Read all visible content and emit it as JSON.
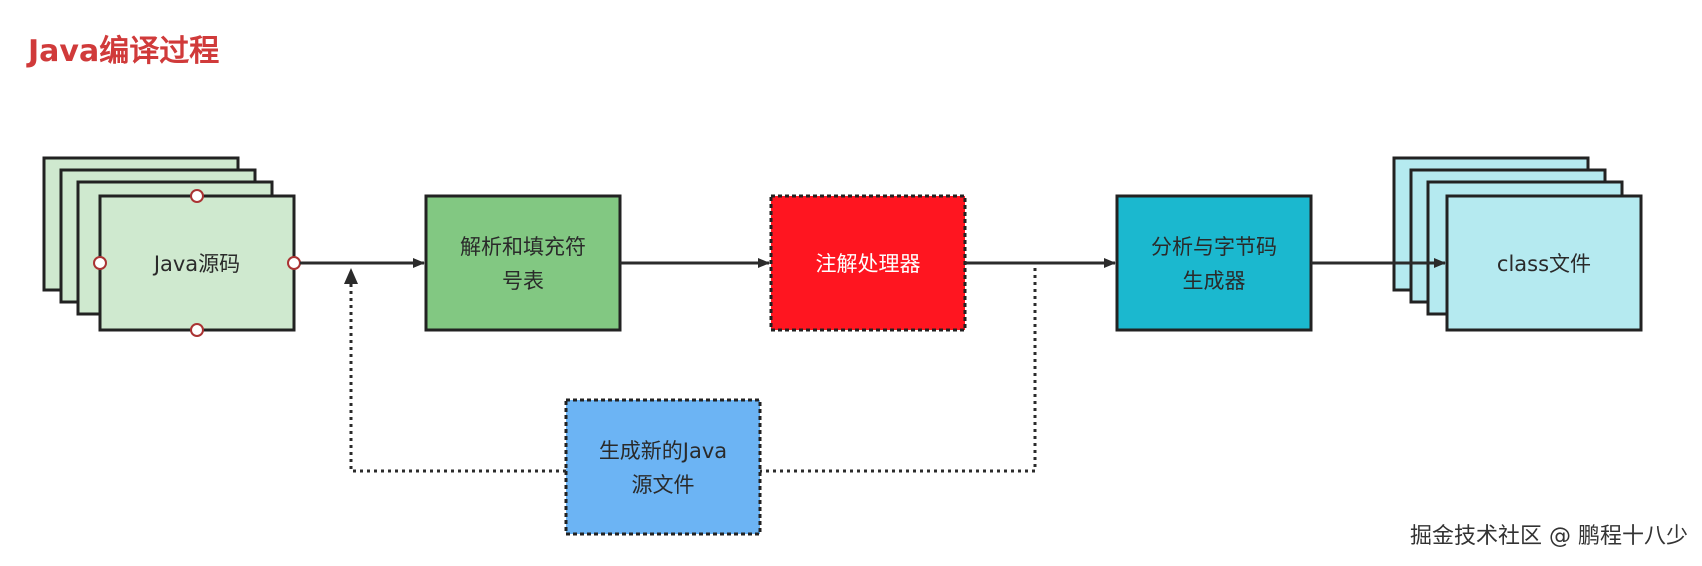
{
  "title": "Java编译过程",
  "watermark": "掘金技术社区 @ 鹏程十八少",
  "nodes": {
    "java_source": {
      "label": "Java源码",
      "fill": "#cfe9cf"
    },
    "parse": {
      "line1": "解析和填充符",
      "line2": "号表",
      "fill": "#82c882"
    },
    "annotation": {
      "label": "注解处理器",
      "fill": "#ff1520"
    },
    "analyze": {
      "line1": "分析与字节码",
      "line2": "生成器",
      "fill": "#1bb8cf"
    },
    "class_file": {
      "label": "class文件",
      "fill": "#b5eaf0"
    },
    "new_source": {
      "line1": "生成新的Java",
      "line2": "源文件",
      "fill": "#6cb4f4"
    }
  }
}
